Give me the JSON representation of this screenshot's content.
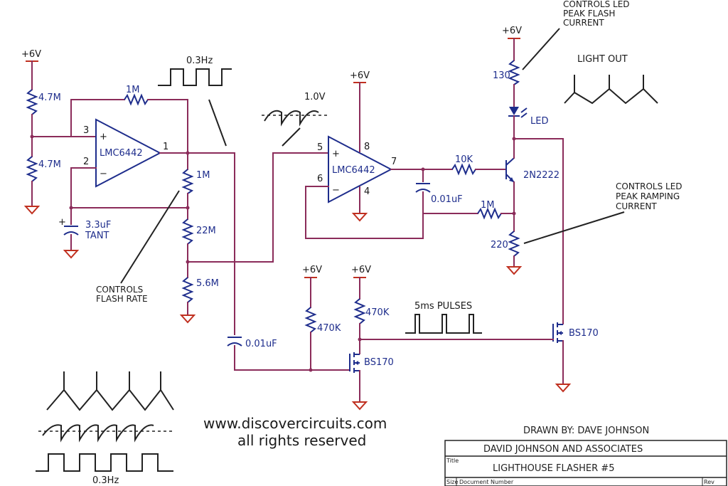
{
  "supplies": {
    "left": "+6V",
    "opamp2": "+6V",
    "led": "+6V",
    "r470a": "+6V",
    "r470b": "+6V"
  },
  "opamps": {
    "u1": {
      "name": "LMC6442",
      "pin_plus": "3",
      "pin_minus": "2",
      "pin_out": "1"
    },
    "u2": {
      "name": "LMC6442",
      "pin_plus": "5",
      "pin_minus": "6",
      "pin_out": "7",
      "pin_vcc": "8",
      "pin_gnd": "4"
    }
  },
  "resistors": {
    "r47a": "4.7M",
    "r47b": "4.7M",
    "rfb": "1M",
    "r1m_v": "1M",
    "r22m": "22M",
    "r56m": "5.6M",
    "r10k": "10K",
    "r1m_b": "1M",
    "r130": "130",
    "r220": "220",
    "r470a": "470K",
    "r470b": "470K"
  },
  "capacitors": {
    "c_tant_value": "3.3uF",
    "c_tant_type": "TANT",
    "c_out": "0.01uF",
    "c_couple": "0.01uF"
  },
  "semis": {
    "transistor": "2N2222",
    "led": "LED",
    "fet1": "BS170",
    "fet2": "BS170"
  },
  "annotations": {
    "freq_top": "0.3Hz",
    "volt": "1.0V",
    "light_out": "LIGHT OUT",
    "flash_rate_1": "CONTROLS",
    "flash_rate_2": "FLASH RATE",
    "peak_flash_1": "CONTROLS LED",
    "peak_flash_2": "PEAK FLASH",
    "peak_flash_3": "CURRENT",
    "peak_ramp_1": "CONTROLS LED",
    "peak_ramp_2": "PEAK RAMPING",
    "peak_ramp_3": "CURRENT",
    "pulses": "5ms PULSES",
    "freq_bottom": "0.3Hz"
  },
  "footer": {
    "website": "www.discovercircuits.com",
    "rights": "all rights reserved",
    "drawn_by": "DRAWN BY: DAVE JOHNSON"
  },
  "title_block": {
    "company": "DAVID JOHNSON AND ASSOCIATES",
    "title_label": "Title",
    "title": "LIGHTHOUSE FLASHER #5",
    "size_label": "Size",
    "docnum_label": "Document Number",
    "rev_label": "Rev"
  }
}
